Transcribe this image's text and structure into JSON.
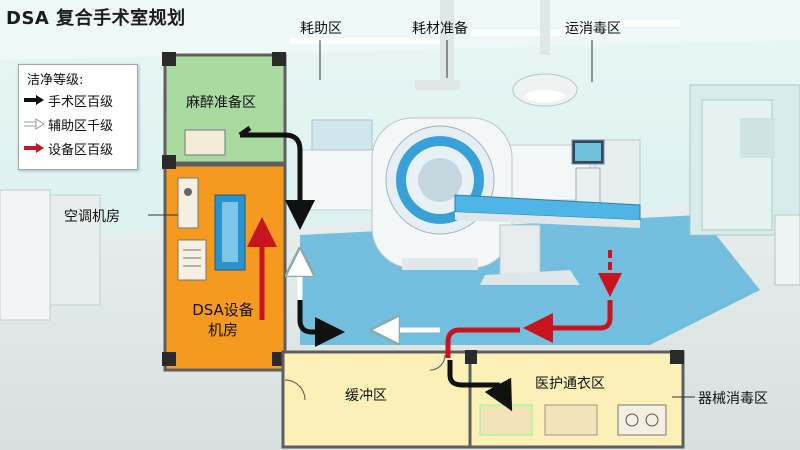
{
  "title": "DSA  复合手术室规划",
  "legend": {
    "title": "洁净等级:",
    "items": [
      {
        "label": "手术区百级",
        "color": "#111111"
      },
      {
        "label": "辅助区千级",
        "color": "#ffffff"
      },
      {
        "label": "设备区百级",
        "color": "#c8141e"
      }
    ]
  },
  "labels": {
    "consumables_area": "耗助区",
    "supplies_prep": "耗材准备",
    "transport_disinfect": "运消毒区",
    "anesthesia_prep": "麻醉准备区",
    "hvac_room": "空调机房",
    "dsa_equipment_room": "DSA设备\n机房",
    "buffer_zone": "缓冲区",
    "staff_changing": "医护通衣区",
    "instrument_disinfect": "器械消毒区"
  },
  "colors": {
    "anesthesia_room": "#a9dba0",
    "equipment_room": "#f59a1f",
    "buffer_room": "#fbf1b8",
    "floor": "#5fb6dc"
  }
}
